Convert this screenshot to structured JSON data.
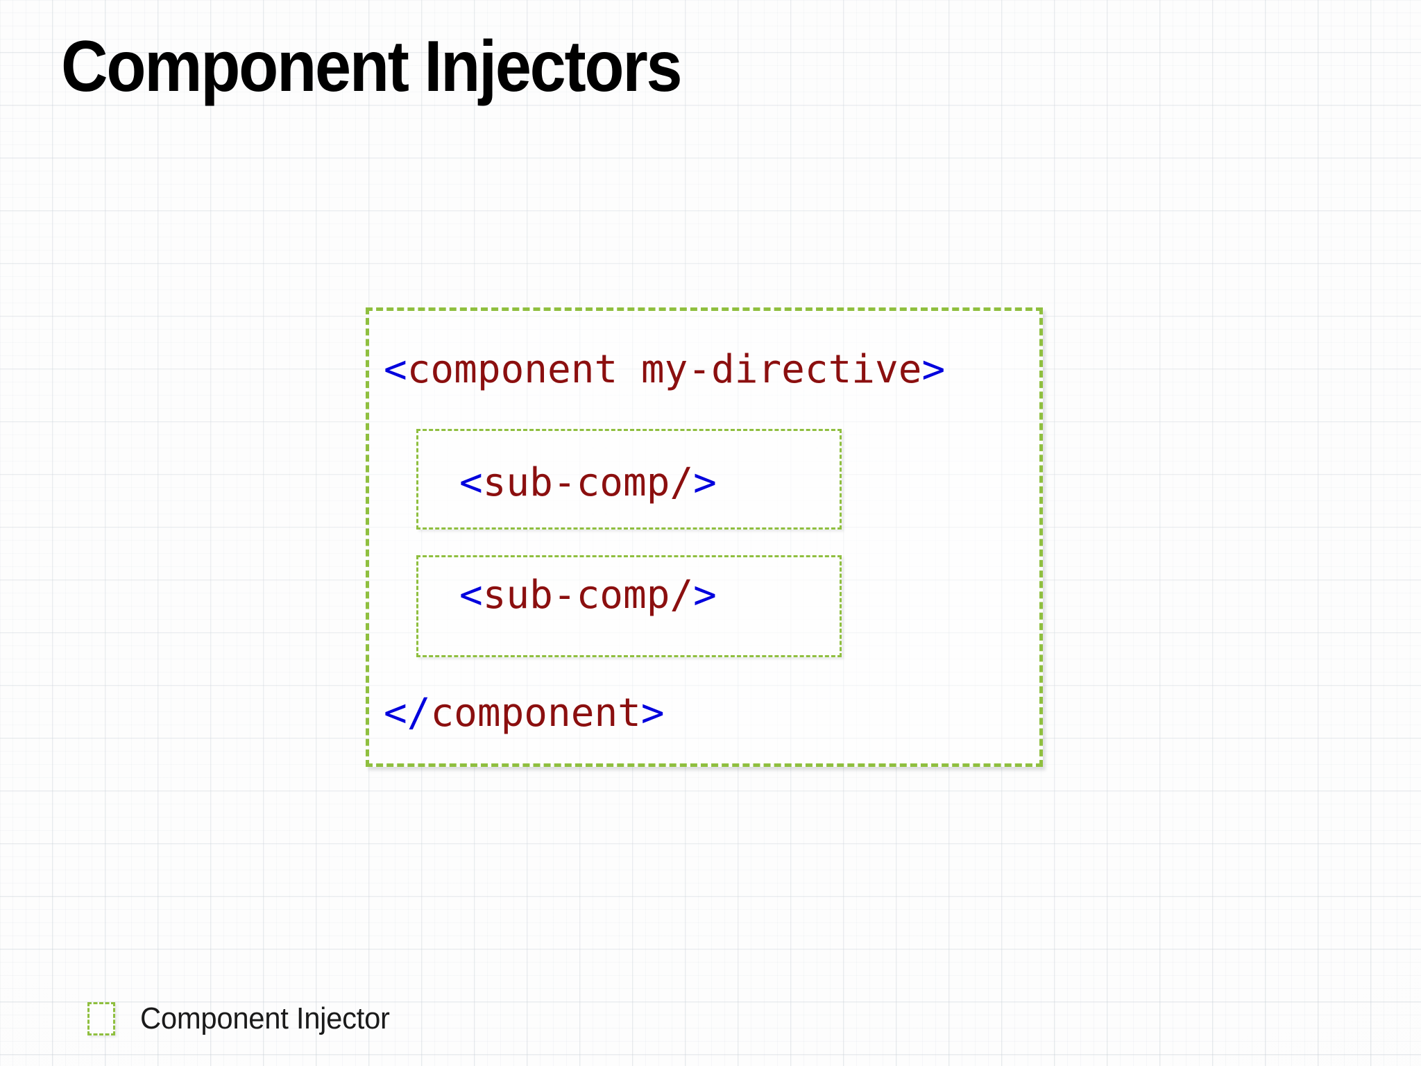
{
  "slide": {
    "title": "Component Injectors",
    "background": {
      "style": "graph-paper-grid",
      "page_color": "#fcfcfc",
      "minor_grid_color": "#bcc6d0",
      "major_grid_color": "#b0bac4"
    }
  },
  "colors": {
    "injector_border": "#8fbf3f",
    "tag_name": "#8b0f0f",
    "angle_bracket": "#0000dd",
    "title_text": "#000000",
    "legend_text": "#1a1a1a"
  },
  "diagram": {
    "outer_component": {
      "name": "component-injector-outer",
      "open_tag": {
        "lt": "<",
        "name": "component my-directive",
        "gt": ">"
      },
      "close_tag": {
        "lt": "<",
        "slash": "/",
        "name": "component",
        "gt": ">"
      }
    },
    "children": [
      {
        "name": "component-injector-sub-1",
        "tag": {
          "lt": "<",
          "name": "sub-comp",
          "selfslash": "/",
          "gt": ">"
        }
      },
      {
        "name": "component-injector-sub-2",
        "tag": {
          "lt": "<",
          "name": "sub-comp",
          "selfslash": "/",
          "gt": ">"
        }
      }
    ]
  },
  "legend": {
    "items": [
      {
        "swatch": "green-dashed-box",
        "label": "Component Injector"
      }
    ]
  }
}
